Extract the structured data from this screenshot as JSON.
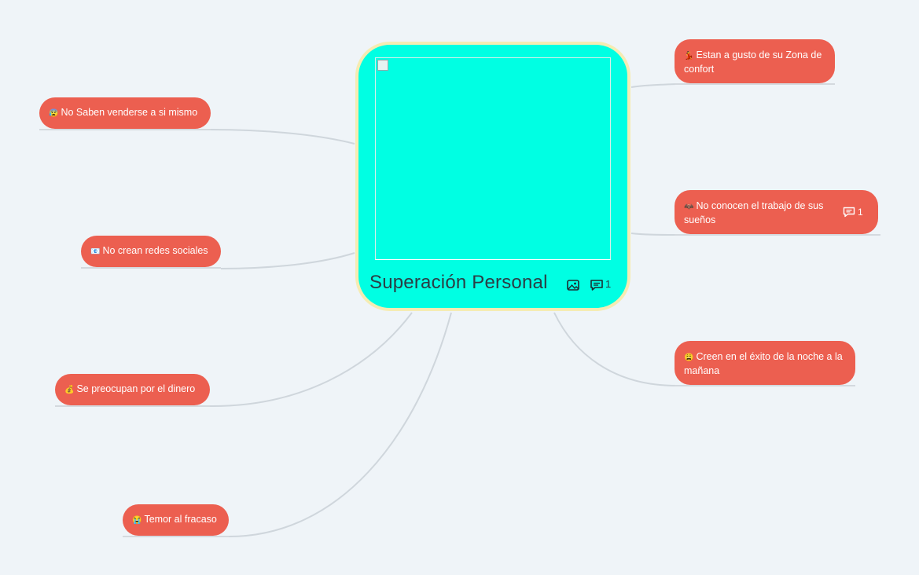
{
  "central": {
    "title": "Superación Personal",
    "comment_count": "1",
    "color": "#00ffe3",
    "border_color": "#f5ecb3"
  },
  "node_color": "#ec5f50",
  "link_color": "#cfd6dc",
  "nodes": [
    {
      "id": "zona-confort",
      "emoji": "💃",
      "label": "Estan a gusto de su Zona de confort"
    },
    {
      "id": "trabajo-suenos",
      "emoji": "🦇",
      "label": "No conocen el trabajo de sus sueños",
      "comment_count": "1"
    },
    {
      "id": "exito-noche",
      "emoji": "😩",
      "label": "Creen en el éxito de la noche a la mañana"
    },
    {
      "id": "venderse",
      "emoji": "😰",
      "label": "No Saben venderse a si mismo"
    },
    {
      "id": "redes-sociales",
      "emoji": "📧",
      "label": "No crean redes sociales"
    },
    {
      "id": "dinero",
      "emoji": "💰",
      "label": "Se preocupan por el dinero"
    },
    {
      "id": "fracaso",
      "emoji": "😭",
      "label": "Temor al fracaso"
    }
  ]
}
